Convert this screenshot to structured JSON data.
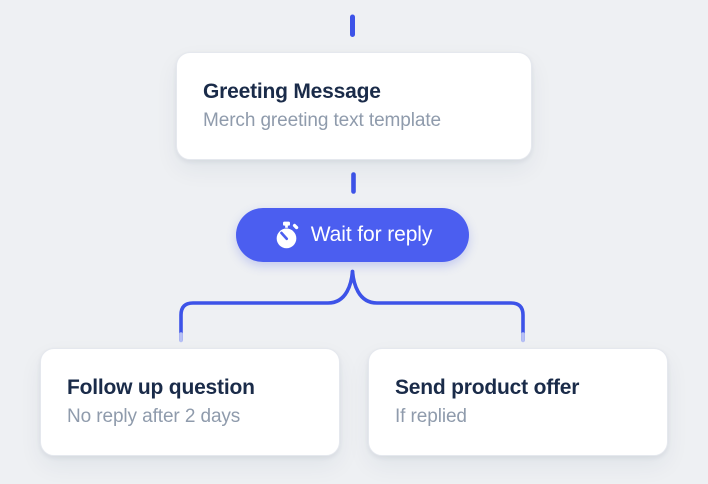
{
  "theme": {
    "bg": "#eef0f3",
    "card-bg": "#ffffff",
    "card-border": "#e5e8ee",
    "title-color": "#1a2b49",
    "subtitle-color": "#8f9bac",
    "line-blue": "#3d53e8",
    "line-fade": "#b7c0f5",
    "pill-blue": "#4b5ef0",
    "pill-text": "#ffffff"
  },
  "flow": {
    "greeting_node": {
      "title": "Greeting Message",
      "subtitle": "Merch greeting text template"
    },
    "wait_node": {
      "label": "Wait for reply",
      "icon": "stopwatch-icon"
    },
    "branches": [
      {
        "title": "Follow up question",
        "subtitle": "No reply after 2 days"
      },
      {
        "title": "Send product offer",
        "subtitle": "If replied"
      }
    ]
  }
}
